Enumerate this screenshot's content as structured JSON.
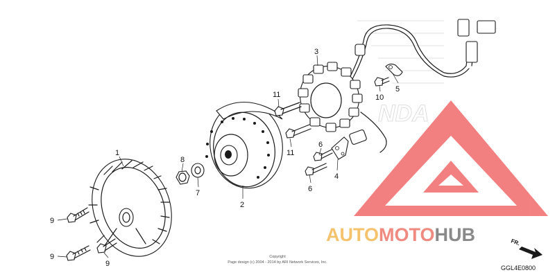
{
  "diagram": {
    "callouts": [
      "1",
      "2",
      "3",
      "4",
      "5",
      "6",
      "6",
      "7",
      "8",
      "9",
      "9",
      "9",
      "10",
      "11",
      "11"
    ],
    "copyright_line1": "Copyright",
    "copyright_line2": "Page design (c) 2004 - 2014 by ARI Network Services, Inc.",
    "diagram_code": "GGL4E0800",
    "direction_label": "FR."
  },
  "watermark": {
    "brand_part1": "AUTO",
    "brand_part2": "MOTO",
    "brand_part3": "HUB",
    "colors": {
      "auto": "#f5c36e",
      "moto": "#f08a80",
      "hub": "#8a8a8a",
      "logo": "#f26b6b"
    },
    "icon": "triangle-a-logo-icon"
  }
}
